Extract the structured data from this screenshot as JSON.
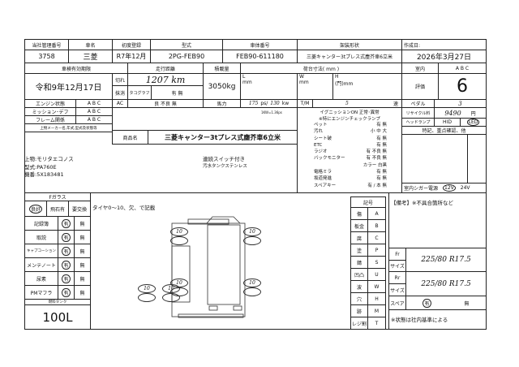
{
  "header": {
    "mgmt_no_label": "当社管理番号",
    "mgmt_no": "3758",
    "maker_label": "車名",
    "maker": "三菱",
    "first_reg_label": "初度登録",
    "first_reg": "R7年12月",
    "model_label": "型式",
    "model": "2PG-FEB90",
    "chassis_label": "車体番号",
    "chassis": "FEB90-611180",
    "body_label": "架装形状",
    "body": "三菱キャンター3tプレス式塵芥車6立米",
    "created_label": "作成日:",
    "created": "2026年3月27日"
  },
  "row2": {
    "inspection_label": "車検有効期限",
    "inspection": "令和9年12月17日",
    "mileage_label": "走行距離",
    "kire": "切れ",
    "massho": "抹消",
    "mileage": "1207 km",
    "tacho_label": "タコグラフ",
    "tacho": "有 無",
    "load_label": "積載量",
    "load": "3050kg",
    "bed_label": "荷台寸法( mm )",
    "L": "L",
    "W": "W",
    "H": "H",
    "mm": "mm",
    "H_mm": "(門)mm",
    "interior_label": "室内",
    "interior": "A B C",
    "score_label": "評価",
    "score": "6"
  },
  "cond": {
    "engine": "エンジン状態",
    "mission": "ミッション･デフ",
    "frame": "フレーム関係",
    "abc": "A B C",
    "ac": "AC",
    "ac_val": "良 不良 無",
    "hp_label": "馬力",
    "hp": "175",
    "ps": "ps/",
    "kw": "130",
    "kw_unit": "kw",
    "tm": "T/M",
    "tm_val": "5",
    "soku": "速",
    "pedal": "ペダル",
    "pedal_val": "3",
    "kw_note": "1KW=1.36ps",
    "upper_label": "上物メーカー名,年式,型式及状態等"
  },
  "product": {
    "label": "商品名",
    "name": "三菱キャンター3tプレス式塵芥車6立米"
  },
  "upper": {
    "maker": "上物:モリタエコノス",
    "model": "型式:PA760E",
    "serial": "機番:5X183481",
    "note1": "連続スイッチ付き",
    "note2": "汚水タンクステンレス"
  },
  "equipment": {
    "title": "イグニッションON 正常･異常",
    "title2": "※特にエンジンチェックランプ",
    "items": [
      [
        "ペット",
        "有 無"
      ],
      [
        "汚れ",
        "小 中 大"
      ],
      [
        "シート破",
        "有 無"
      ],
      [
        "ETC",
        "有 無"
      ],
      [
        "ラジオ",
        "有 不良 無"
      ],
      [
        "バックモニター",
        "有 不良 無"
      ],
      [
        "",
        "カラー 白黒"
      ],
      [
        "電格ミラ",
        "有 無"
      ],
      [
        "坂道発進",
        "有 無"
      ],
      [
        "スペアキー",
        "有 / 本 無"
      ]
    ]
  },
  "right": {
    "recycle_label": "リサイクル料",
    "recycle": "9490",
    "yen": "円",
    "headlamp_label": "ヘッドランプ",
    "hid": "HID",
    "led": "LED",
    "notes_label": "特記、重点確認、他",
    "cigar_label": "室内シガー電源",
    "v12": "12V",
    "v24": "24V"
  },
  "glass": {
    "label": "Fガラス",
    "opts": [
      "良好",
      "飛石有",
      "要交換"
    ],
    "rows": [
      [
        "記録簿",
        "有",
        "無"
      ],
      [
        "取説",
        "有",
        "無"
      ],
      [
        "キャプコーション",
        "有",
        "無"
      ],
      [
        "メンテノート",
        "有",
        "無"
      ],
      [
        "尿素",
        "有",
        "無"
      ],
      [
        "PMマフラ",
        "有",
        "無"
      ]
    ],
    "fuel_label": "燃料タンク",
    "fuel": "100L"
  },
  "diagram": {
    "note": "タイヤ0～10、欠、で記載",
    "tires": [
      "10",
      "10",
      "10",
      "10",
      "10",
      "10"
    ]
  },
  "symbols": {
    "label": "記号",
    "rows": [
      [
        "傷",
        "A"
      ],
      [
        "板金",
        "B"
      ],
      [
        "腐",
        "C"
      ],
      [
        "塗",
        "P"
      ],
      [
        "錆",
        "S"
      ],
      [
        "凹凸",
        "U"
      ],
      [
        "波",
        "W"
      ],
      [
        "穴",
        "H"
      ],
      [
        "跡",
        "M"
      ],
      [
        "レジ割",
        "T"
      ]
    ]
  },
  "remarks": {
    "label": "【備考】※不具合箇所など",
    "fr": "Fr",
    "rr": "Rr",
    "size": "サイズ",
    "fr_size": "225/80 R17.5",
    "rr_size": "225/80 R17.5",
    "spare": "スペア",
    "spare_yes": "有",
    "spare_no": "無",
    "footer": "※状態は社内基準による"
  }
}
